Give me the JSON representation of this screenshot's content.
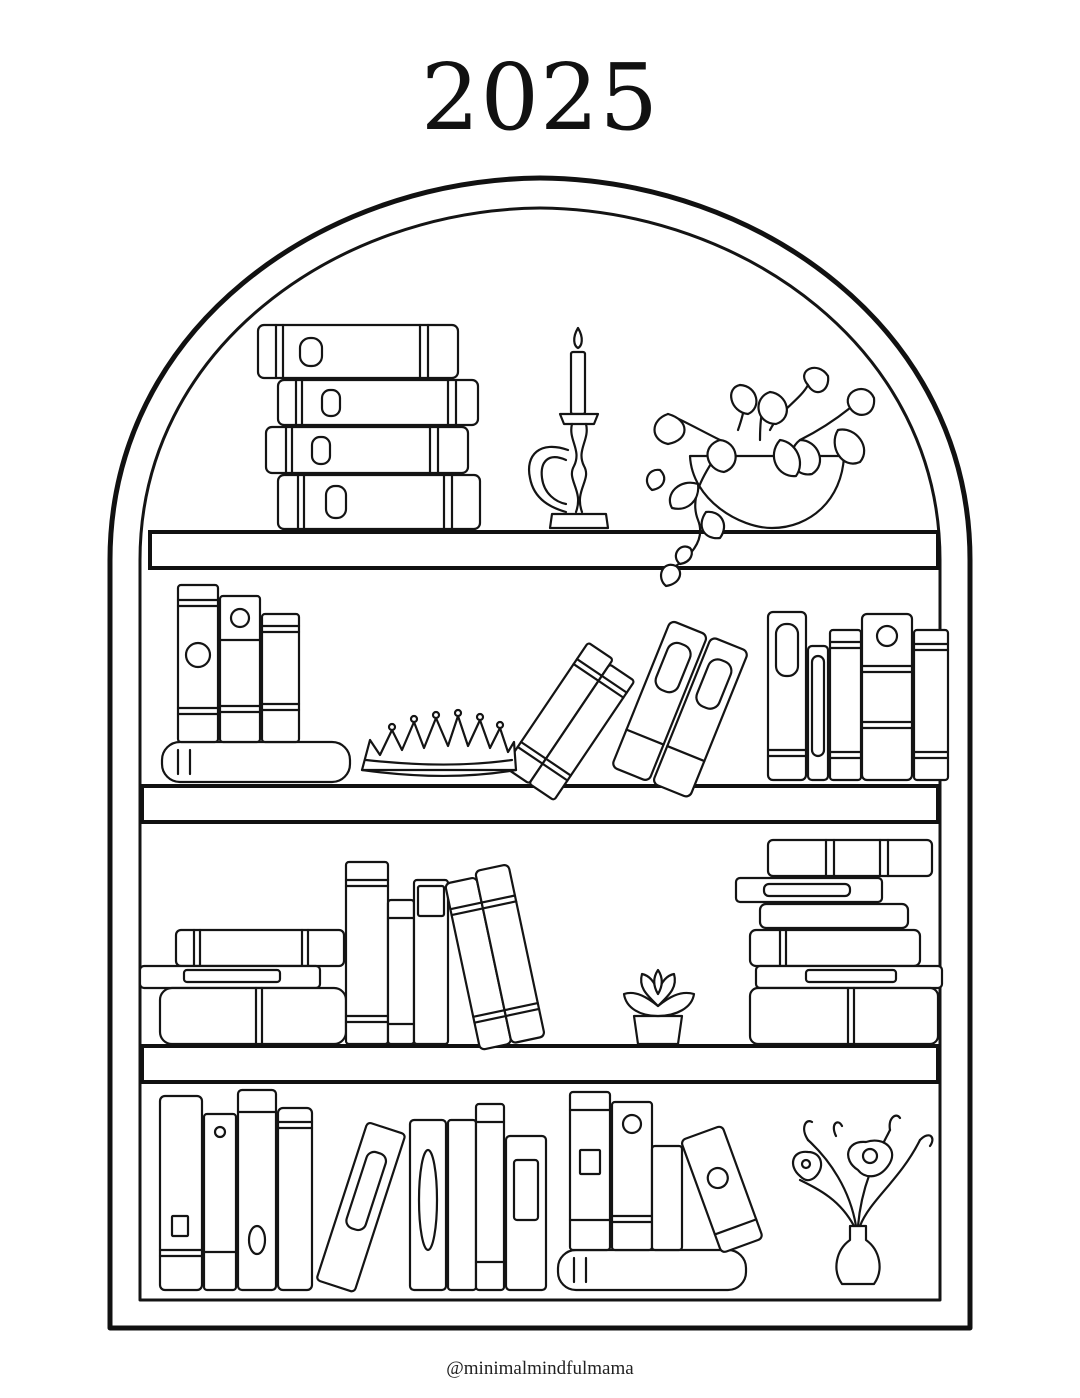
{
  "page": {
    "title": "2025",
    "credit": "@minimalmindfulmama"
  },
  "illustration": {
    "subject": "arched-bookshelf-coloring-page",
    "icons": [
      "book-stack-icon",
      "candlestick-icon",
      "potted-monstera-icon",
      "tiara-icon",
      "succulent-icon",
      "flower-vase-icon"
    ]
  }
}
